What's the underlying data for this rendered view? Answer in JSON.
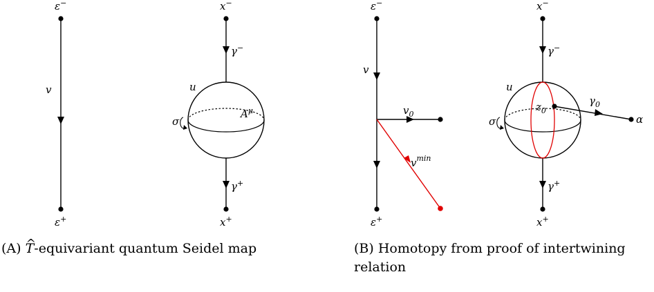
{
  "panel_a": {
    "left": {
      "top_label": "ε",
      "top_sup": "−",
      "edge_label": "v",
      "bottom_label": "ε",
      "bottom_sup": "+"
    },
    "right": {
      "top_label": "x",
      "top_sup": "−",
      "gamma_top": "γ",
      "gamma_top_sup": "−",
      "sphere_label": "u",
      "sigma_label": "σ",
      "a_label": "A",
      "a_sup": "μ",
      "gamma_bottom": "γ",
      "gamma_bottom_sup": "+",
      "bottom_label": "x",
      "bottom_sup": "+"
    },
    "caption": {
      "tag": "(A)",
      "text_before": " ",
      "t_hat": "T",
      "text_after": "-equivariant quantum Seidel map"
    }
  },
  "panel_b": {
    "left": {
      "top_label": "ε",
      "top_sup": "−",
      "edge_label": "v",
      "v0_label": "v",
      "v0_sub": "0",
      "vmin_label": "v",
      "vmin_sup": "min",
      "bottom_label": "ε",
      "bottom_sup": "+"
    },
    "right": {
      "top_label": "x",
      "top_sup": "−",
      "gamma_top": "γ",
      "gamma_top_sup": "−",
      "sphere_label": "u",
      "sigma_label": "σ",
      "z0_label": "z",
      "z0_sub": "0",
      "gamma0_label": "γ",
      "gamma0_sub": "0",
      "alpha_label": "α",
      "gamma_bottom": "γ",
      "gamma_bottom_sup": "+",
      "bottom_label": "x",
      "bottom_sup": "+"
    },
    "caption": {
      "tag": "(B)",
      "text": " Homotopy from proof of intertwining relation"
    }
  },
  "colors": {
    "ink": "#000000",
    "highlight": "#e00000"
  }
}
